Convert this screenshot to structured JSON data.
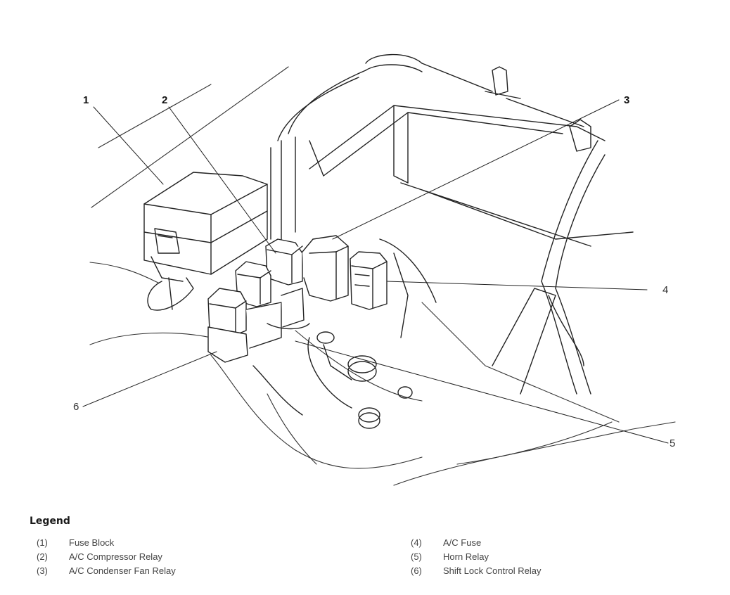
{
  "callouts": [
    "1",
    "2",
    "3",
    "4",
    "5",
    "6"
  ],
  "legend": {
    "title": "Legend",
    "items": [
      {
        "num": "(1)",
        "label": "Fuse Block"
      },
      {
        "num": "(2)",
        "label": "A/C Compressor Relay"
      },
      {
        "num": "(3)",
        "label": "A/C Condenser Fan Relay"
      },
      {
        "num": "(4)",
        "label": "A/C Fuse"
      },
      {
        "num": "(5)",
        "label": "Horn Relay"
      },
      {
        "num": "(6)",
        "label": "Shift Lock Control Relay"
      }
    ]
  }
}
